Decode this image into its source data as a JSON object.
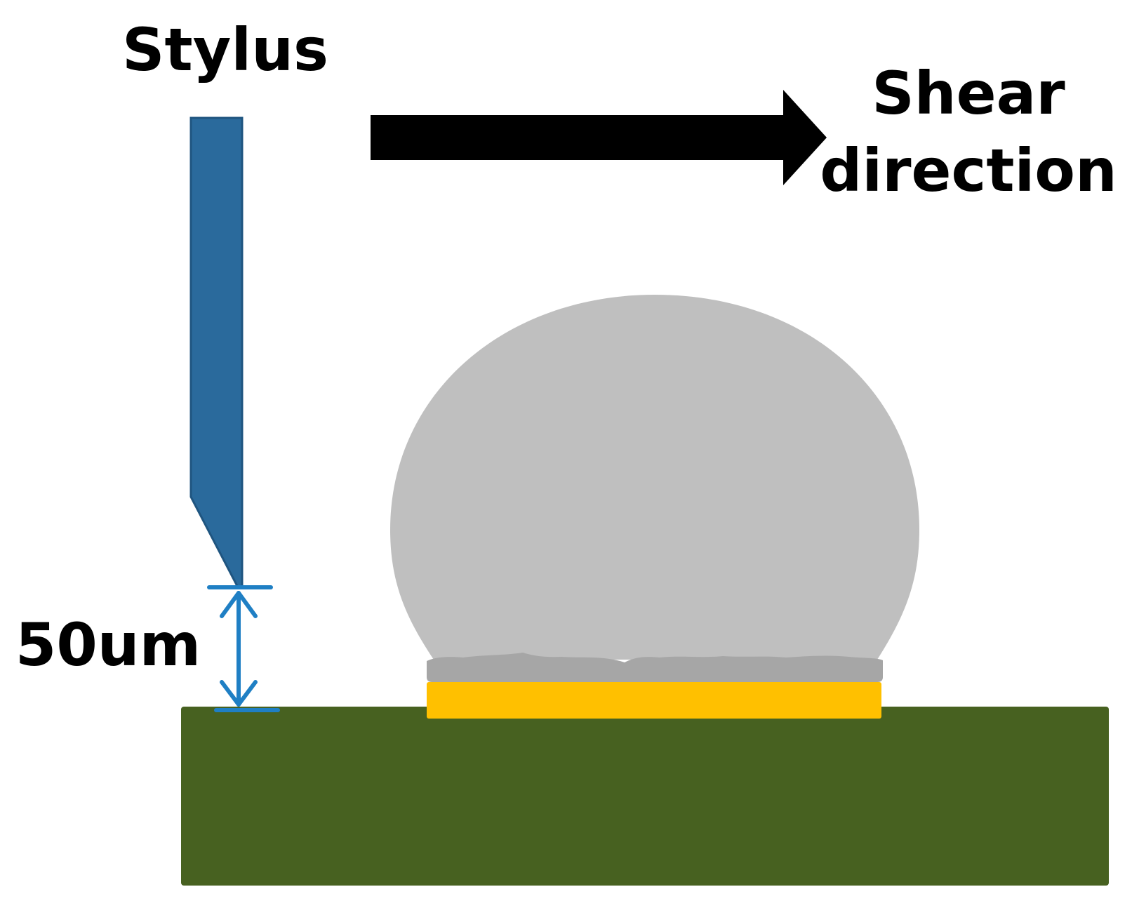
{
  "labels": {
    "stylus": "Stylus",
    "shear_line1": "Shear",
    "shear_line2": "direction",
    "gap": "50um"
  },
  "colors": {
    "background": "#ffffff",
    "stylus": "#2a6a9c",
    "stylus_edge": "#1f5580",
    "dimension": "#1f7fc4",
    "arrow": "#000000",
    "solder_ball": "#bfbfbf",
    "imc_layer": "#a6a6a6",
    "pad": "#ffc000",
    "substrate": "#476120"
  }
}
